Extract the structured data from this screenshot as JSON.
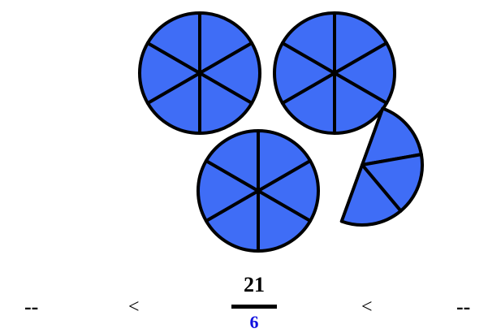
{
  "fraction": {
    "numerator": "21",
    "denominator": "6",
    "numerator_color": "#000000",
    "denominator_color": "#1010e0"
  },
  "comparison": {
    "left_blank": "--",
    "right_blank": "--",
    "left_symbol": "<",
    "right_symbol": "<"
  },
  "pie_model": {
    "slices_per_whole": 6,
    "whole_circles": 3,
    "partial_slices": 3,
    "fill_color": "#3f6df6",
    "stroke_color": "#000000"
  }
}
